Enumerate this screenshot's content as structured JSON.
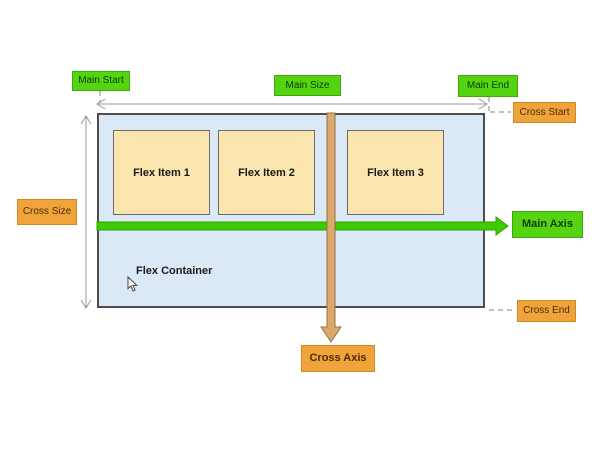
{
  "diagram": {
    "axis_labels": {
      "main_start": "Main Start",
      "main_size": "Main Size",
      "main_end": "Main End",
      "main_axis": "Main Axis",
      "cross_start": "Cross Start",
      "cross_size": "Cross Size",
      "cross_end": "Cross End",
      "cross_axis": "Cross Axis"
    },
    "flex_container_label": "Flex Container",
    "flex_items": [
      {
        "label": "Flex Item 1"
      },
      {
        "label": "Flex Item 2"
      },
      {
        "label": "Flex Item 3"
      }
    ]
  },
  "colors": {
    "green_fill": "#55d411",
    "green_border": "#43a50c",
    "green_text": "#113a00",
    "orange_fill": "#f0a33b",
    "orange_border": "#cd8a21",
    "orange_text": "#4a2c05",
    "container_fill": "#dbe8f6",
    "container_border": "#4d4d4d",
    "item_fill": "#f9e5ad",
    "item_border": "#6b6b6b",
    "axis_green": "#3ecc00",
    "axis_green_border": "#2f9e06",
    "axis_orange": "#dca96a",
    "axis_orange_border": "#8d7148",
    "line_gray": "#999999"
  }
}
